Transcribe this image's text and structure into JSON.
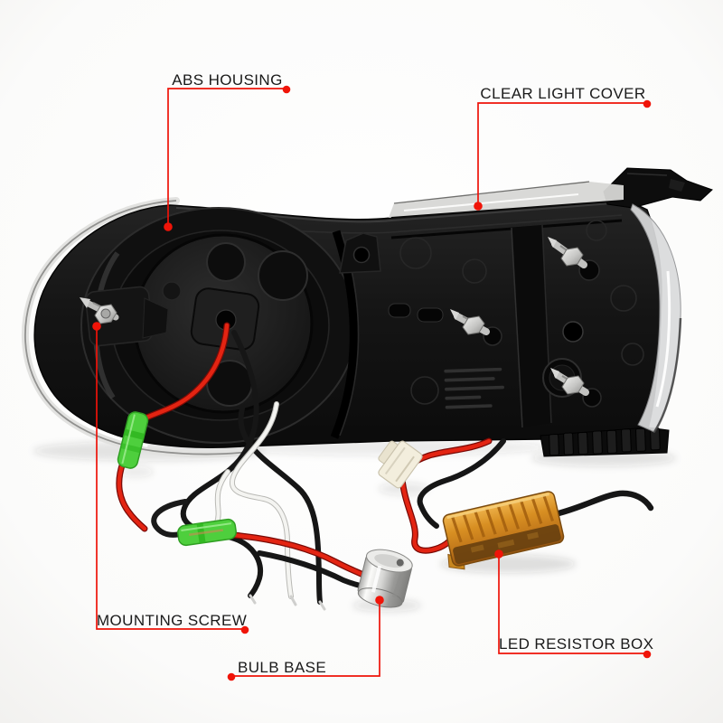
{
  "page": {
    "background_color": "#ffffff",
    "accent_color": "#ee1309",
    "label_text_color": "#1a1a1a"
  },
  "annotations": {
    "abs_housing": {
      "label": "ABS HOUSING"
    },
    "clear_light_cover": {
      "label": "CLEAR LIGHT COVER"
    },
    "mounting_screw": {
      "label": "MOUNTING SCREW"
    },
    "bulb_base": {
      "label": "BULB BASE"
    },
    "led_resistor_box": {
      "label": "LED RESISTOR BOX"
    }
  },
  "product": {
    "parts": [
      {
        "name": "abs-housing",
        "color": "#161616"
      },
      {
        "name": "clear-light-cover",
        "color": "#d9dadb"
      },
      {
        "name": "mounting-screw",
        "color": "#c9c9c7"
      },
      {
        "name": "bulb-base",
        "color": "#d8d8d6"
      },
      {
        "name": "led-resistor-box",
        "color": "#d98f2a"
      },
      {
        "name": "wire-red",
        "color": "#e32412"
      },
      {
        "name": "wire-black",
        "color": "#161616"
      },
      {
        "name": "wire-white",
        "color": "#f2f2ef"
      },
      {
        "name": "splice-connector-green",
        "color": "#54d340"
      },
      {
        "name": "plug-connector-beige",
        "color": "#f3eedd"
      }
    ]
  }
}
